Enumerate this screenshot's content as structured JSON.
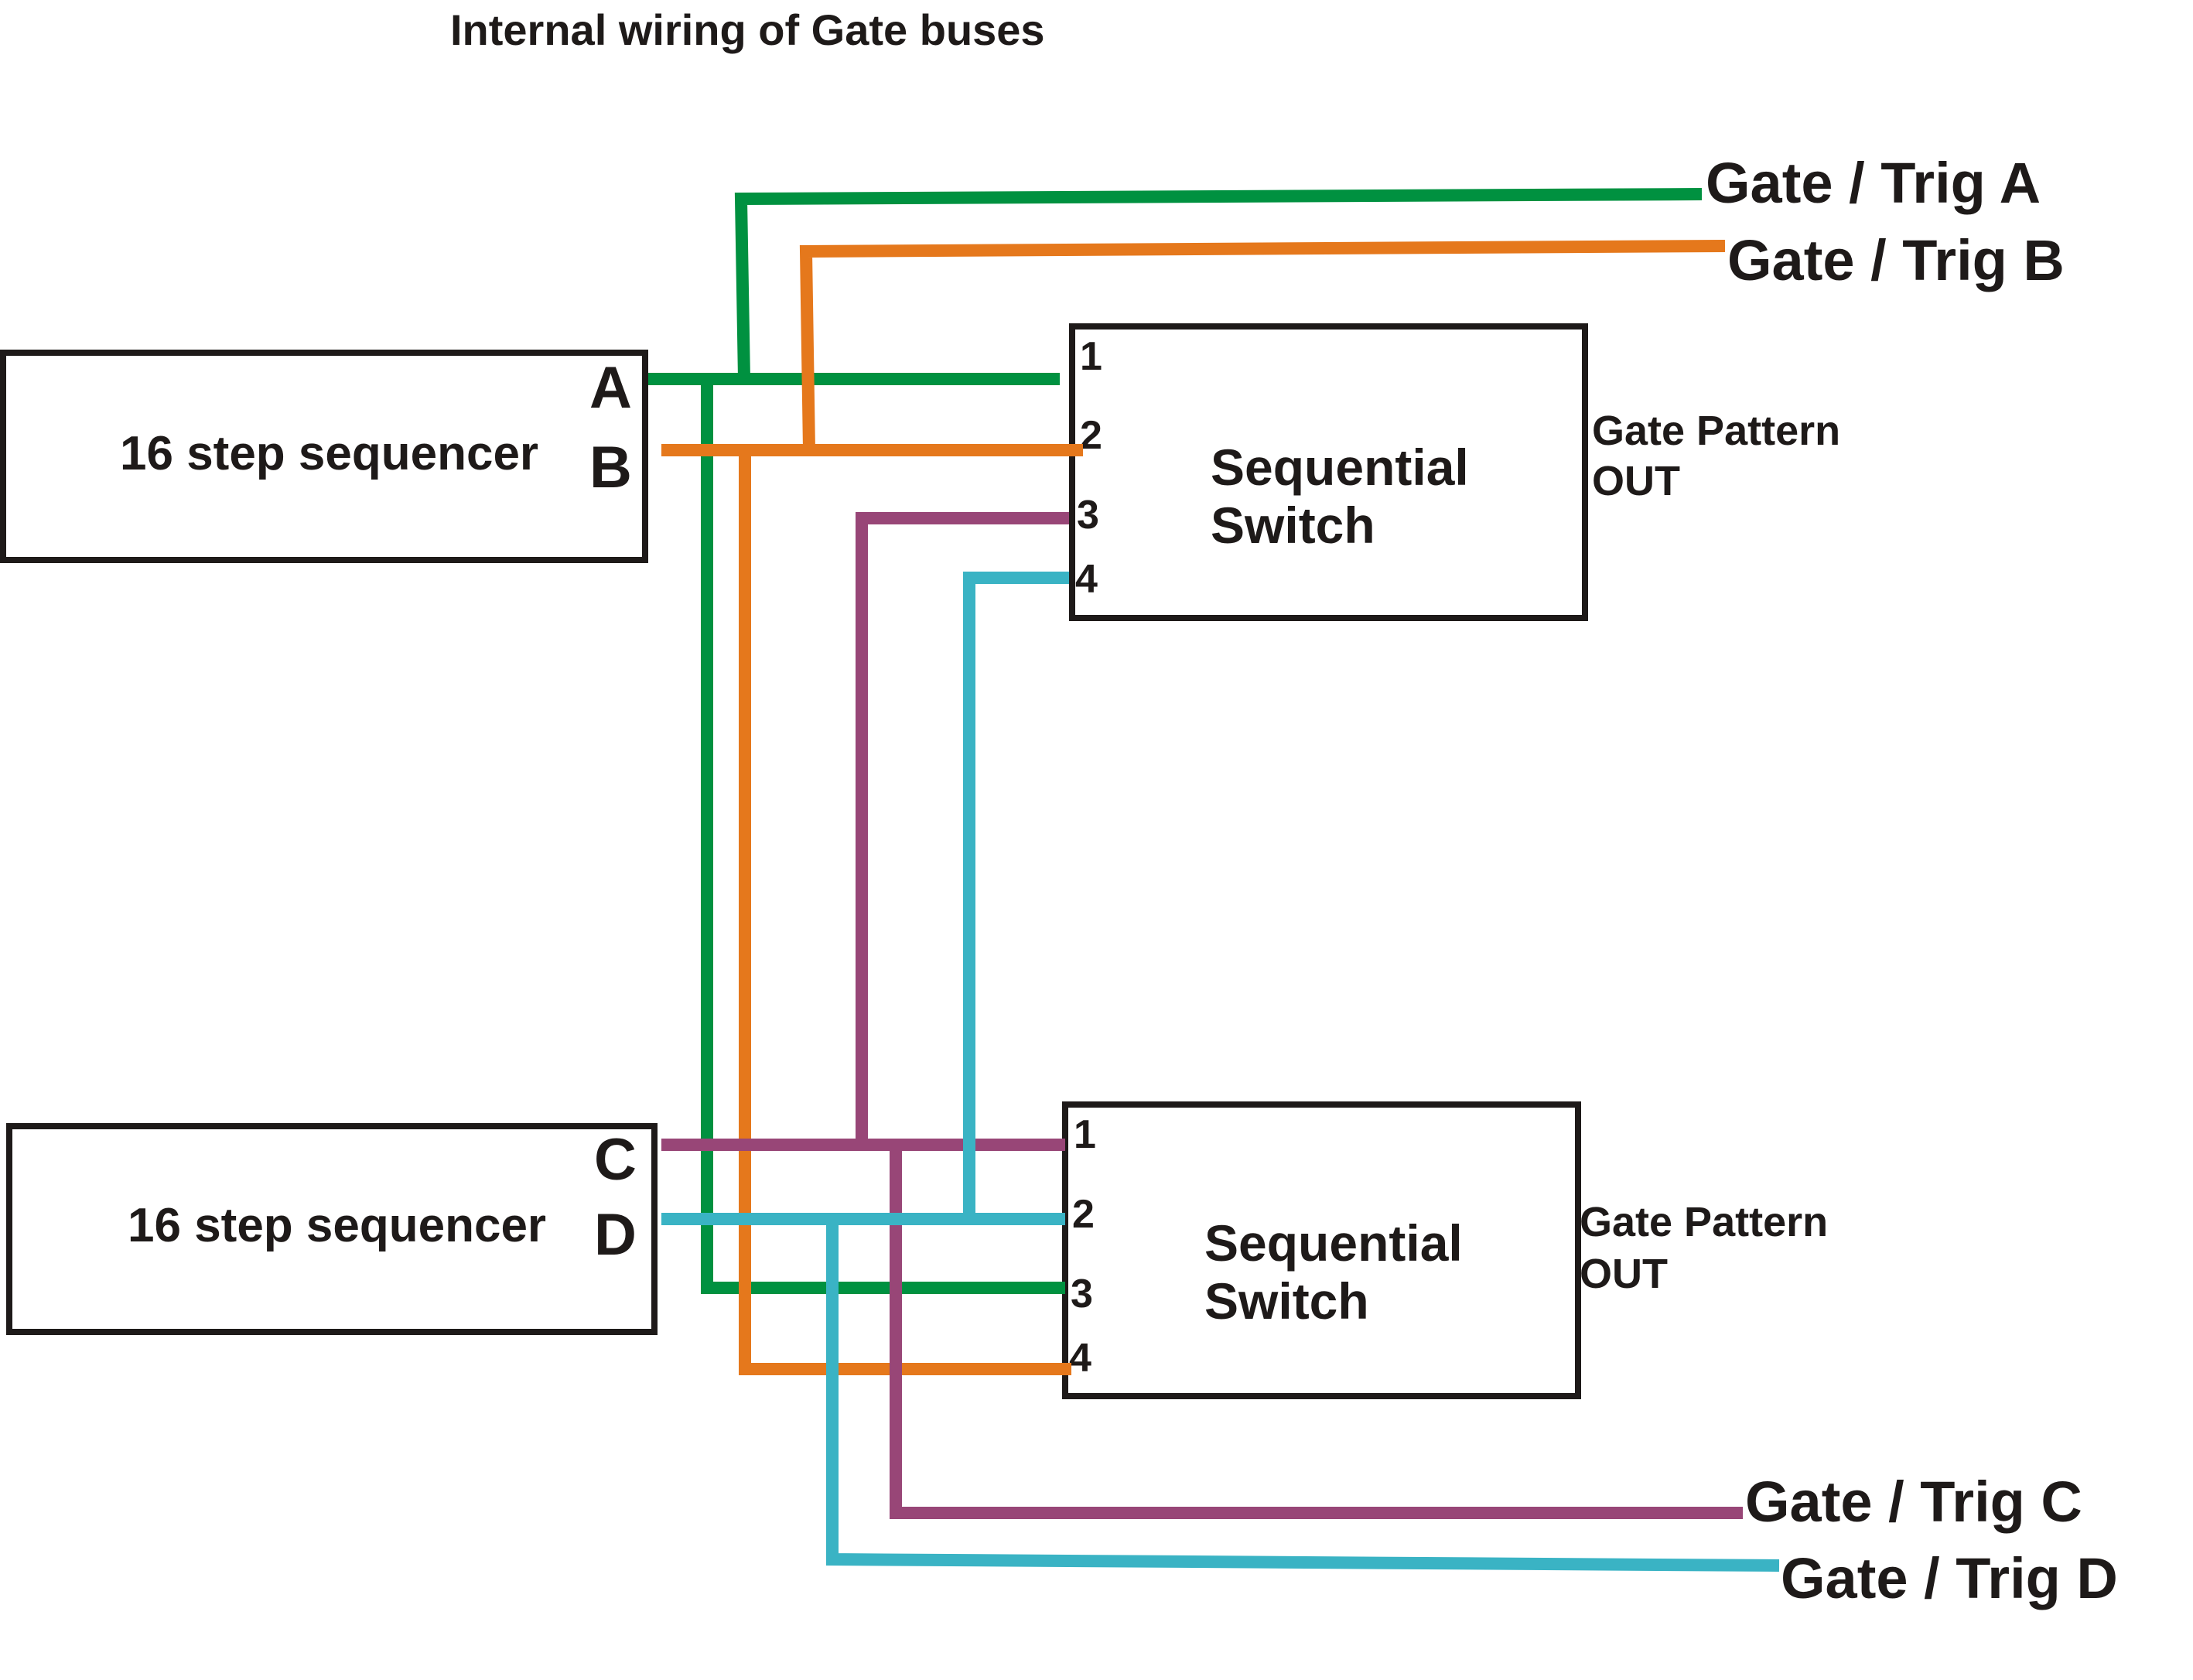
{
  "title": "Internal wiring of Gate buses",
  "colors": {
    "A": "#009140",
    "B": "#e5781c",
    "C": "#984677",
    "D": "#3ab3c4",
    "outline": "#1e1a19"
  },
  "sequencers": [
    {
      "label": "16 step sequencer",
      "ports": [
        "A",
        "B"
      ]
    },
    {
      "label": "16 step sequencer",
      "ports": [
        "C",
        "D"
      ]
    }
  ],
  "switches": [
    {
      "title_line1": "Sequential",
      "title_line2": "Switch",
      "pins": [
        "1",
        "2",
        "3",
        "4"
      ],
      "pin_sources": [
        "A",
        "B",
        "C",
        "D"
      ],
      "output_line1": "Gate Pattern",
      "output_line2": "OUT"
    },
    {
      "title_line1": "Sequential",
      "title_line2": "Switch",
      "pins": [
        "1",
        "2",
        "3",
        "4"
      ],
      "pin_sources": [
        "C",
        "D",
        "A",
        "B"
      ],
      "output_line1": "Gate Pattern",
      "output_line2": "OUT"
    }
  ],
  "outputs": [
    {
      "bus": "A",
      "label": "Gate / Trig A"
    },
    {
      "bus": "B",
      "label": "Gate / Trig B"
    },
    {
      "bus": "C",
      "label": "Gate / Trig C"
    },
    {
      "bus": "D",
      "label": "Gate / Trig D"
    }
  ]
}
